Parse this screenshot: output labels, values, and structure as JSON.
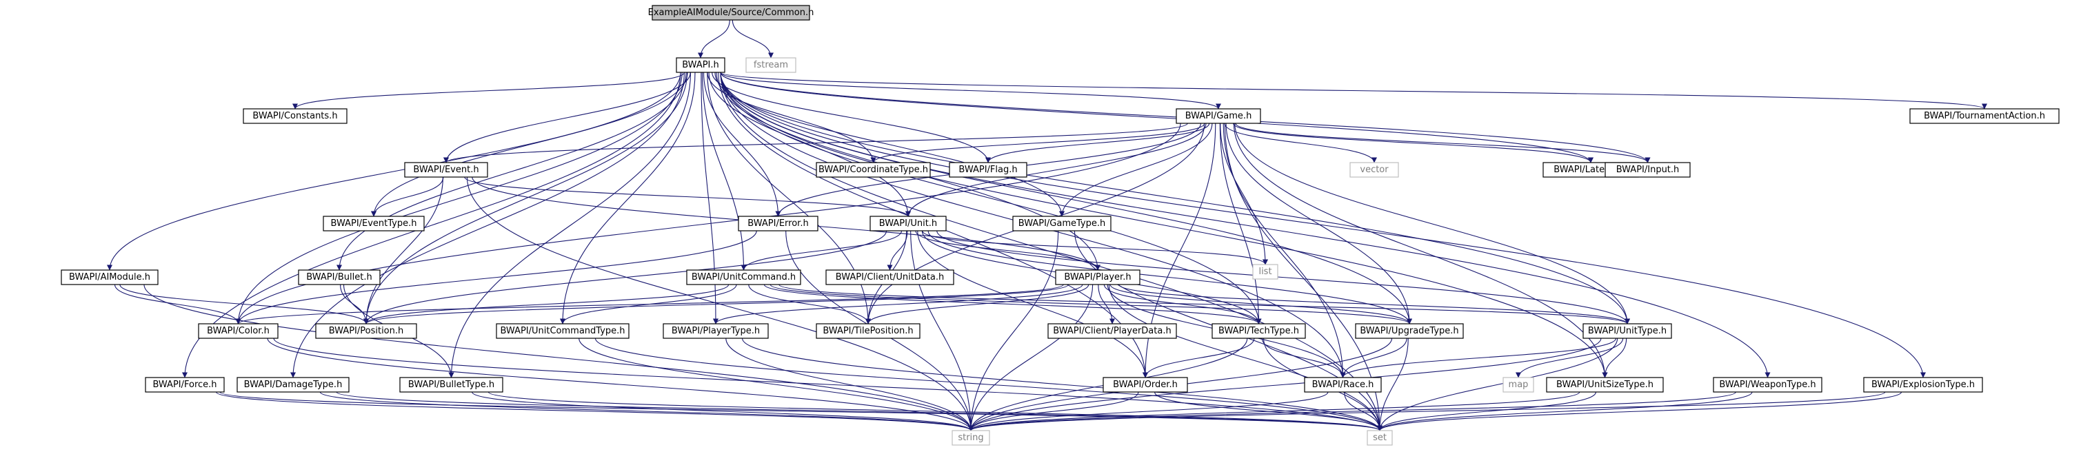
{
  "colors": {
    "edge": "#191970",
    "node_border": "#000000",
    "node_fill": "#ffffff",
    "root_fill": "#bfbfbf",
    "external_border": "#bfbfbf",
    "external_text": "#7f7f7f",
    "text": "#000000"
  },
  "nodes": [
    {
      "id": "common",
      "label": "ExampleAIModule/Source/Common.h",
      "kind": "root"
    },
    {
      "id": "bwapi",
      "label": "BWAPI.h",
      "kind": "file"
    },
    {
      "id": "fstream",
      "label": "fstream",
      "kind": "external"
    },
    {
      "id": "constants",
      "label": "BWAPI/Constants.h",
      "kind": "file"
    },
    {
      "id": "game",
      "label": "BWAPI/Game.h",
      "kind": "file"
    },
    {
      "id": "tournament",
      "label": "BWAPI/TournamentAction.h",
      "kind": "file"
    },
    {
      "id": "event",
      "label": "BWAPI/Event.h",
      "kind": "file"
    },
    {
      "id": "coordtype",
      "label": "BWAPI/CoordinateType.h",
      "kind": "file"
    },
    {
      "id": "flag",
      "label": "BWAPI/Flag.h",
      "kind": "file"
    },
    {
      "id": "vector",
      "label": "vector",
      "kind": "external"
    },
    {
      "id": "latency",
      "label": "BWAPI/Latency.h",
      "kind": "file"
    },
    {
      "id": "input",
      "label": "BWAPI/Input.h",
      "kind": "file"
    },
    {
      "id": "eventtype",
      "label": "BWAPI/EventType.h",
      "kind": "file"
    },
    {
      "id": "error",
      "label": "BWAPI/Error.h",
      "kind": "file"
    },
    {
      "id": "unit",
      "label": "BWAPI/Unit.h",
      "kind": "file"
    },
    {
      "id": "gametype",
      "label": "BWAPI/GameType.h",
      "kind": "file"
    },
    {
      "id": "list",
      "label": "list",
      "kind": "external"
    },
    {
      "id": "aimodule",
      "label": "BWAPI/AIModule.h",
      "kind": "file"
    },
    {
      "id": "bullet",
      "label": "BWAPI/Bullet.h",
      "kind": "file"
    },
    {
      "id": "unitcommand",
      "label": "BWAPI/UnitCommand.h",
      "kind": "file"
    },
    {
      "id": "clientunitdata",
      "label": "BWAPI/Client/UnitData.h",
      "kind": "file"
    },
    {
      "id": "player",
      "label": "BWAPI/Player.h",
      "kind": "file"
    },
    {
      "id": "color",
      "label": "BWAPI/Color.h",
      "kind": "file"
    },
    {
      "id": "position",
      "label": "BWAPI/Position.h",
      "kind": "file"
    },
    {
      "id": "unitcommandtype",
      "label": "BWAPI/UnitCommandType.h",
      "kind": "file"
    },
    {
      "id": "playertype",
      "label": "BWAPI/PlayerType.h",
      "kind": "file"
    },
    {
      "id": "tileposition",
      "label": "BWAPI/TilePosition.h",
      "kind": "file"
    },
    {
      "id": "clientplayerdata",
      "label": "BWAPI/Client/PlayerData.h",
      "kind": "file"
    },
    {
      "id": "techtype",
      "label": "BWAPI/TechType.h",
      "kind": "file"
    },
    {
      "id": "upgradetype",
      "label": "BWAPI/UpgradeType.h",
      "kind": "file"
    },
    {
      "id": "unittype",
      "label": "BWAPI/UnitType.h",
      "kind": "file"
    },
    {
      "id": "force",
      "label": "BWAPI/Force.h",
      "kind": "file"
    },
    {
      "id": "damagetype",
      "label": "BWAPI/DamageType.h",
      "kind": "file"
    },
    {
      "id": "bullettype",
      "label": "BWAPI/BulletType.h",
      "kind": "file"
    },
    {
      "id": "order",
      "label": "BWAPI/Order.h",
      "kind": "file"
    },
    {
      "id": "race",
      "label": "BWAPI/Race.h",
      "kind": "file"
    },
    {
      "id": "map",
      "label": "map",
      "kind": "external"
    },
    {
      "id": "unitsizetype",
      "label": "BWAPI/UnitSizeType.h",
      "kind": "file"
    },
    {
      "id": "weapontype",
      "label": "BWAPI/WeaponType.h",
      "kind": "file"
    },
    {
      "id": "explosiontype",
      "label": "BWAPI/ExplosionType.h",
      "kind": "file"
    },
    {
      "id": "string",
      "label": "string",
      "kind": "external"
    },
    {
      "id": "set",
      "label": "set",
      "kind": "external"
    }
  ],
  "edges": [
    [
      "common",
      "bwapi"
    ],
    [
      "common",
      "fstream"
    ],
    [
      "bwapi",
      "constants"
    ],
    [
      "bwapi",
      "game"
    ],
    [
      "bwapi",
      "tournament"
    ],
    [
      "bwapi",
      "event"
    ],
    [
      "bwapi",
      "coordtype"
    ],
    [
      "bwapi",
      "flag"
    ],
    [
      "bwapi",
      "latency"
    ],
    [
      "bwapi",
      "input"
    ],
    [
      "bwapi",
      "eventtype"
    ],
    [
      "bwapi",
      "error"
    ],
    [
      "bwapi",
      "unit"
    ],
    [
      "bwapi",
      "gametype"
    ],
    [
      "bwapi",
      "aimodule"
    ],
    [
      "bwapi",
      "bullet"
    ],
    [
      "bwapi",
      "unitcommand"
    ],
    [
      "bwapi",
      "player"
    ],
    [
      "bwapi",
      "color"
    ],
    [
      "bwapi",
      "position"
    ],
    [
      "bwapi",
      "unitcommandtype"
    ],
    [
      "bwapi",
      "playertype"
    ],
    [
      "bwapi",
      "tileposition"
    ],
    [
      "bwapi",
      "techtype"
    ],
    [
      "bwapi",
      "upgradetype"
    ],
    [
      "bwapi",
      "unittype"
    ],
    [
      "bwapi",
      "force"
    ],
    [
      "bwapi",
      "damagetype"
    ],
    [
      "bwapi",
      "bullettype"
    ],
    [
      "bwapi",
      "order"
    ],
    [
      "bwapi",
      "race"
    ],
    [
      "bwapi",
      "unitsizetype"
    ],
    [
      "bwapi",
      "weapontype"
    ],
    [
      "bwapi",
      "explosiontype"
    ],
    [
      "bwapi",
      "set"
    ],
    [
      "game",
      "event"
    ],
    [
      "game",
      "coordtype"
    ],
    [
      "game",
      "flag"
    ],
    [
      "game",
      "vector"
    ],
    [
      "game",
      "latency"
    ],
    [
      "game",
      "input"
    ],
    [
      "game",
      "error"
    ],
    [
      "game",
      "unit"
    ],
    [
      "game",
      "gametype"
    ],
    [
      "game",
      "list"
    ],
    [
      "game",
      "color"
    ],
    [
      "game",
      "tileposition"
    ],
    [
      "game",
      "techtype"
    ],
    [
      "game",
      "upgradetype"
    ],
    [
      "game",
      "unittype"
    ],
    [
      "game",
      "order"
    ],
    [
      "game",
      "race"
    ],
    [
      "game",
      "unitsizetype"
    ],
    [
      "game",
      "set"
    ],
    [
      "event",
      "eventtype"
    ],
    [
      "event",
      "unit"
    ],
    [
      "event",
      "player"
    ],
    [
      "event",
      "position"
    ],
    [
      "event",
      "string"
    ],
    [
      "unit",
      "unitcommand"
    ],
    [
      "unit",
      "clientunitdata"
    ],
    [
      "unit",
      "player"
    ],
    [
      "unit",
      "tileposition"
    ],
    [
      "unit",
      "techtype"
    ],
    [
      "unit",
      "upgradetype"
    ],
    [
      "unit",
      "unittype"
    ],
    [
      "unit",
      "order"
    ],
    [
      "unit",
      "list"
    ],
    [
      "unit",
      "string"
    ],
    [
      "unit",
      "position"
    ],
    [
      "error",
      "string"
    ],
    [
      "error",
      "color"
    ],
    [
      "gametype",
      "string"
    ],
    [
      "gametype",
      "set"
    ],
    [
      "aimodule",
      "color"
    ],
    [
      "aimodule",
      "position"
    ],
    [
      "aimodule",
      "string"
    ],
    [
      "bullet",
      "position"
    ],
    [
      "bullet",
      "bullettype"
    ],
    [
      "unitcommand",
      "unitcommandtype"
    ],
    [
      "unitcommand",
      "position"
    ],
    [
      "unitcommand",
      "tileposition"
    ],
    [
      "unitcommand",
      "techtype"
    ],
    [
      "unitcommand",
      "upgradetype"
    ],
    [
      "unitcommand",
      "unittype"
    ],
    [
      "player",
      "color"
    ],
    [
      "player",
      "playertype"
    ],
    [
      "player",
      "tileposition"
    ],
    [
      "player",
      "clientplayerdata"
    ],
    [
      "player",
      "techtype"
    ],
    [
      "player",
      "upgradetype"
    ],
    [
      "player",
      "unittype"
    ],
    [
      "player",
      "race"
    ],
    [
      "player",
      "position"
    ],
    [
      "player",
      "string"
    ],
    [
      "player",
      "set"
    ],
    [
      "color",
      "string"
    ],
    [
      "color",
      "set"
    ],
    [
      "unitcommandtype",
      "string"
    ],
    [
      "unitcommandtype",
      "set"
    ],
    [
      "playertype",
      "string"
    ],
    [
      "playertype",
      "set"
    ],
    [
      "techtype",
      "order"
    ],
    [
      "techtype",
      "race"
    ],
    [
      "techtype",
      "string"
    ],
    [
      "techtype",
      "set"
    ],
    [
      "upgradetype",
      "race"
    ],
    [
      "upgradetype",
      "string"
    ],
    [
      "upgradetype",
      "set"
    ],
    [
      "unittype",
      "race"
    ],
    [
      "unittype",
      "unitsizetype"
    ],
    [
      "unittype",
      "map"
    ],
    [
      "unittype",
      "string"
    ],
    [
      "unittype",
      "set"
    ],
    [
      "force",
      "string"
    ],
    [
      "force",
      "set"
    ],
    [
      "damagetype",
      "string"
    ],
    [
      "damagetype",
      "set"
    ],
    [
      "bullettype",
      "string"
    ],
    [
      "bullettype",
      "set"
    ],
    [
      "order",
      "string"
    ],
    [
      "order",
      "set"
    ],
    [
      "race",
      "string"
    ],
    [
      "race",
      "set"
    ],
    [
      "unitsizetype",
      "string"
    ],
    [
      "unitsizetype",
      "set"
    ],
    [
      "weapontype",
      "string"
    ],
    [
      "weapontype",
      "set"
    ],
    [
      "explosiontype",
      "string"
    ],
    [
      "explosiontype",
      "set"
    ]
  ]
}
